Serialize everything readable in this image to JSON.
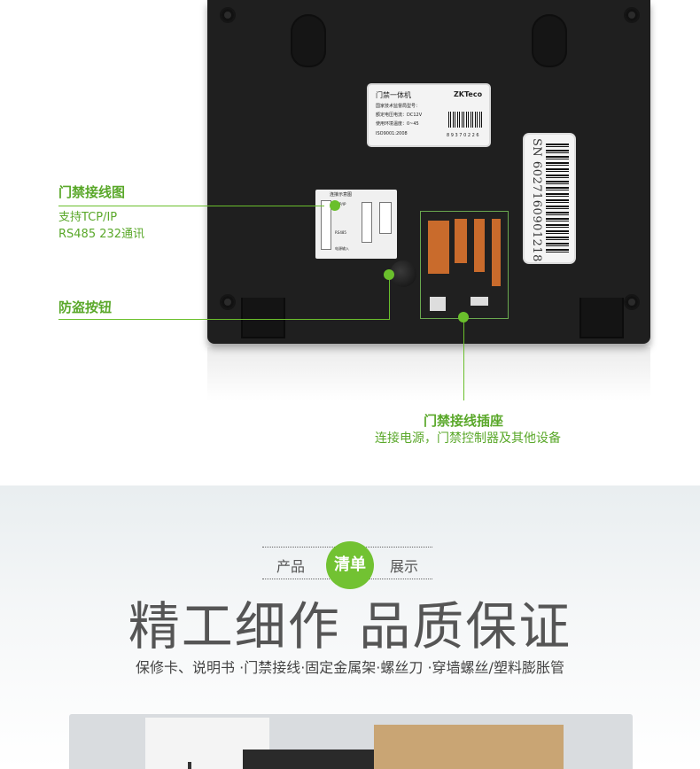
{
  "device": {
    "nameplate": {
      "title": "门禁一体机",
      "brand": "ZKTeco",
      "line1": "国家技术监督局型号：",
      "line2": "额定电压电流：DC12V",
      "line3": "使用环境温度：0~45",
      "line4": "ISO9001:2008",
      "serial_small": "8 9 3 7 0 2 2 6"
    },
    "sn_label": "SN",
    "sn_number": "6027160901218",
    "wiring_label_title": "连接示意图",
    "wiring_label_items": [
      "TCP/IP",
      "RS485",
      "电源输入"
    ]
  },
  "callouts": {
    "wiring_diagram": {
      "title": "门禁接线图",
      "line1": "支持TCP/IP",
      "line2": "RS485 232通讯"
    },
    "tamper": {
      "title": "防盗按钮"
    },
    "socket": {
      "title": "门禁接线插座",
      "subtitle": "连接电源，门禁控制器及其他设备"
    }
  },
  "colors": {
    "accent_green": "#72c232",
    "callout_green": "#5aa82a"
  },
  "packing": {
    "left_word": "产品",
    "badge": "清单",
    "right_word": "展示",
    "headline": "精工细作 品质保证",
    "accessories": "保修卡、说明书 ·门禁接线·固定金属架·螺丝刀 ·穿墙螺丝/塑料膨胀管"
  }
}
